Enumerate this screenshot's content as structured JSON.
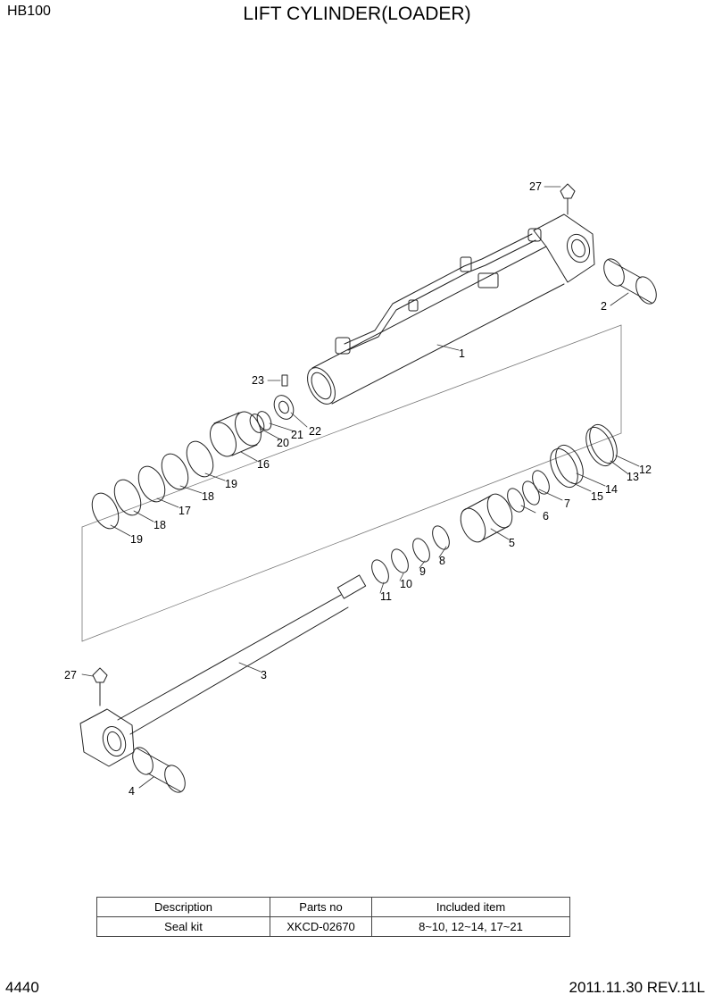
{
  "header": {
    "model": "HB100",
    "title": "LIFT CYLINDER(LOADER)"
  },
  "footer": {
    "page_number": "4440",
    "date_rev": "2011.11.30  REV.11L"
  },
  "labels": {
    "l27a": "27",
    "l2": "2",
    "l1": "1",
    "l23": "23",
    "l22": "22",
    "l21": "21",
    "l20": "20",
    "l16": "16",
    "l19a": "19",
    "l18a": "18",
    "l17": "17",
    "l18b": "18",
    "l19b": "19",
    "l12": "12",
    "l13": "13",
    "l14": "14",
    "l15": "15",
    "l7": "7",
    "l6": "6",
    "l5": "5",
    "l8": "8",
    "l9": "9",
    "l10": "10",
    "l11": "11",
    "l3": "3",
    "l27b": "27",
    "l4": "4"
  },
  "seal_kit_table": {
    "headers": [
      "Description",
      "Parts no",
      "Included item"
    ],
    "rows": [
      [
        "Seal kit",
        "XKCD-02670",
        "8~10, 12~14, 17~21"
      ]
    ]
  }
}
